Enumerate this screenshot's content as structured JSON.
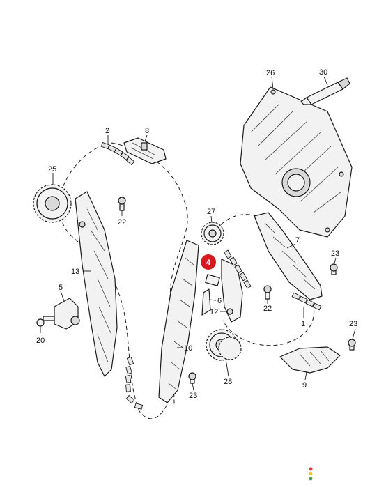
{
  "callouts": {
    "c1": "1",
    "c2": "2",
    "c4": "4",
    "c5": "5",
    "c6": "6",
    "c7": "7",
    "c8": "8",
    "c9": "9",
    "c10": "10",
    "c12": "12",
    "c13": "13",
    "c20": "20",
    "c22a": "22",
    "c22b": "22",
    "c23a": "23",
    "c23b": "23",
    "c23c": "23",
    "c25": "25",
    "c26": "26",
    "c27": "27",
    "c28": "28",
    "c30": "30"
  },
  "highlight": {
    "label": "4",
    "color": "#d71920"
  },
  "status_dots": [
    "#e53935",
    "#fbc02d",
    "#43a047"
  ]
}
